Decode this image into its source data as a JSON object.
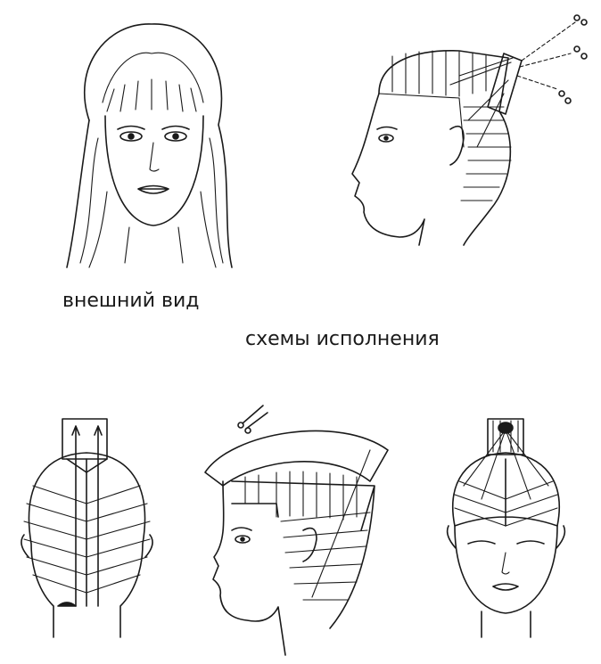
{
  "captions": {
    "appearance": "внешний вид",
    "schemes": "схемы исполнения"
  },
  "figures": [
    {
      "name": "front-face-appearance",
      "icon": "face-with-shag-hair"
    },
    {
      "name": "profile-cutting-scheme",
      "icon": "head-profile-with-scissors"
    },
    {
      "name": "back-head-scheme",
      "icon": "head-back-with-sections"
    },
    {
      "name": "side-head-scheme",
      "icon": "head-side-with-sections"
    },
    {
      "name": "front-head-scheme",
      "icon": "head-front-with-sections"
    }
  ]
}
